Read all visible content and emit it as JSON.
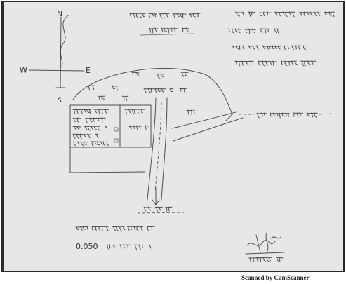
{
  "compass": {
    "north": "N",
    "west": "W",
    "east": "E",
    "south": "S"
  },
  "area_note": {
    "value": "0.050"
  },
  "watermark": "Scanned by CamScanner",
  "colors": {
    "paper": "#e7e7e5",
    "edge": "#2a2a2a",
    "ink": "#3a3a3a",
    "band": "#ffffff"
  }
}
